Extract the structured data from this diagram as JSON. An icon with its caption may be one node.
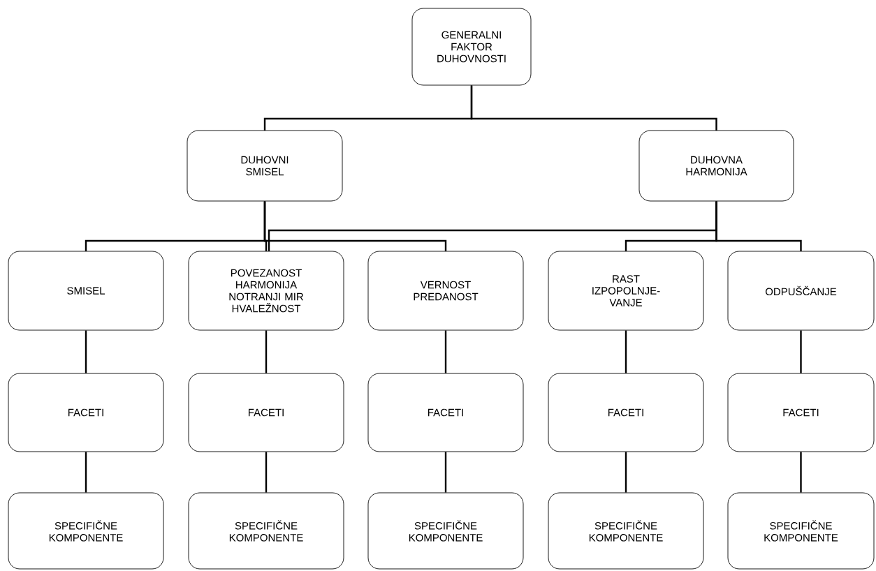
{
  "diagram": {
    "nodes": [
      {
        "text": [
          "GENERALNI FAKTOR DUHOVNOSTI"
        ]
      },
      {
        "text": [
          "DUHOVNI SMISEL"
        ]
      },
      {
        "text": [
          "DUHOVNA HARMONIJA"
        ]
      },
      {
        "text": [
          "SMISEL"
        ]
      },
      {
        "text": [
          "POVEZANOST HARMONIJA NOTRANJI MIR HVALEŽNOST"
        ]
      },
      {
        "text": [
          "VERNOST PREDANOST"
        ]
      },
      {
        "text": [
          "RAST IZPOPOLNJE-VANJE"
        ]
      },
      {
        "text": [
          "ODPUŠČANJE"
        ]
      },
      {
        "text": [
          "FACETI"
        ]
      },
      {
        "text": [
          "FACETI"
        ]
      },
      {
        "text": [
          "FACETI"
        ]
      },
      {
        "text": [
          "FACETI"
        ]
      },
      {
        "text": [
          "FACETI"
        ]
      },
      {
        "text": [
          "SPECIFIČNE KOMPONENTE"
        ]
      },
      {
        "text": [
          "SPECIFIČNE KOMPONENTE"
        ]
      },
      {
        "text": [
          "SPECIFIČNE KOMPONENTE"
        ]
      },
      {
        "text": [
          "SPECIFIČNE KOMPONENTE"
        ]
      },
      {
        "text": [
          "SPECIFIČNE KOMPONENTE"
        ]
      }
    ],
    "edges": [
      {
        "from": 0,
        "to": 1,
        "arrow": "none"
      },
      {
        "from": 0,
        "to": 2,
        "arrow": "none"
      },
      {
        "from": 1,
        "to": 3,
        "arrow": "none"
      },
      {
        "from": 1,
        "to": 4,
        "arrow": "none"
      },
      {
        "from": 1,
        "to": 5,
        "arrow": "none"
      },
      {
        "from": 2,
        "to": 4,
        "arrow": "none"
      },
      {
        "from": 2,
        "to": 6,
        "arrow": "none"
      },
      {
        "from": 2,
        "to": 7,
        "arrow": "none"
      },
      {
        "from": 3,
        "to": 8,
        "arrow": "none"
      },
      {
        "from": 4,
        "to": 9,
        "arrow": "none"
      },
      {
        "from": 5,
        "to": 10,
        "arrow": "none"
      },
      {
        "from": 6,
        "to": 11,
        "arrow": "none"
      },
      {
        "from": 7,
        "to": 12,
        "arrow": "none"
      },
      {
        "from": 8,
        "to": 13,
        "arrow": "none"
      },
      {
        "from": 9,
        "to": 14,
        "arrow": "none"
      },
      {
        "from": 10,
        "to": 15,
        "arrow": "none"
      },
      {
        "from": 11,
        "to": 16,
        "arrow": "none"
      },
      {
        "from": 12,
        "to": 17,
        "arrow": "none"
      }
    ]
  }
}
